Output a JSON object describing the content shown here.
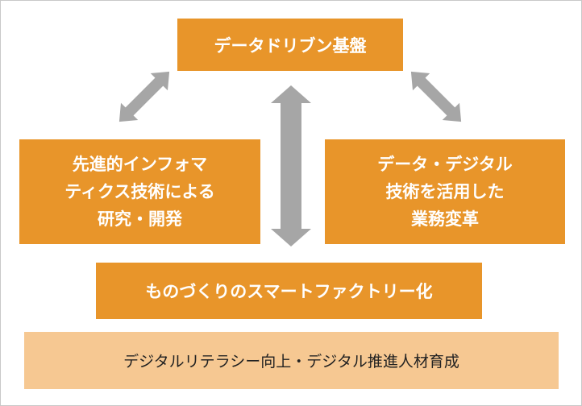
{
  "diagram": {
    "top_box": "データドリブン基盤",
    "left_box": "先進的インフォマ\nティクス技術による\n研究・開発",
    "right_box": "データ・デジタル\n技術を活用した\n業務変革",
    "middle_box": "ものづくりのスマートファクトリー化",
    "bottom_box": "デジタルリテラシー向上・デジタル推進人材育成"
  },
  "colors": {
    "box_fill": "#e8952a",
    "foundation_fill": "#f6c892",
    "arrow": "#a6a6a6",
    "box_text": "#ffffff",
    "foundation_text": "#222222"
  }
}
